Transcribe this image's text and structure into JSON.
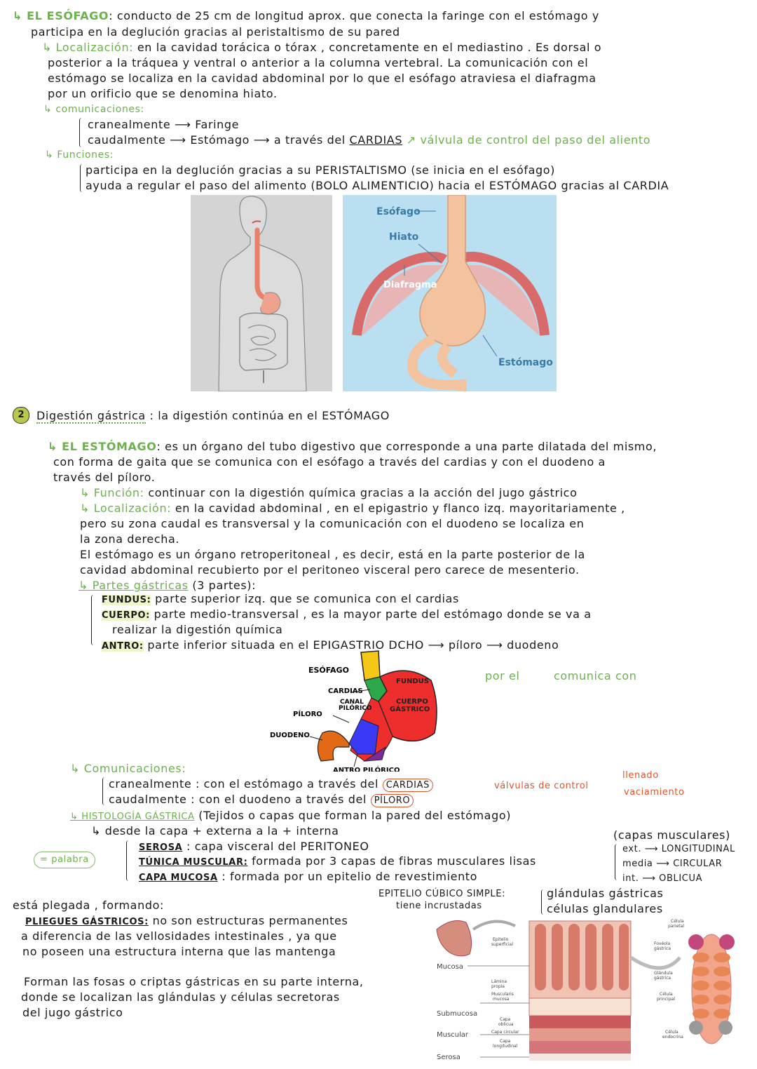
{
  "esofago": {
    "l1_a": "↳ EL ESÓFAGO",
    "l1_b": ": conducto de 25 cm de longitud aprox. que conecta la faringe con el estómago y",
    "l2": "participa en la deglución gracias al peristaltismo de su pared",
    "loc_label": "↳ Localización:",
    "loc_l1": "en la cavidad torácica o tórax , concretamente en el mediastino . Es dorsal o",
    "loc_l2": "posterior a la tráquea y ventral o anterior a la columna vertebral. La comunicación con el",
    "loc_l3": "estómago se localiza en la cavidad abdominal por lo que el esófago atraviesa el diafragma",
    "loc_l4": "por un orificio que se denomina hiato.",
    "com_label": "↳ comunicaciones:",
    "com_l1": "cranealmente ⟶ Faringe",
    "com_l2": "caudalmente ⟶ Estómago ⟶ a través del",
    "cardias": "CARDIAS",
    "valvula": "↗ válvula de control del paso del aliento",
    "fun_label": "↳ Funciones:",
    "fun_l1": "participa en la deglución gracias a su PERISTALTISMO (se inicia en el esófago)",
    "fun_l2": "ayuda a regular el paso del alimento (BOLO ALIMENTICIO) hacia el ESTÓMAGO gracias al CARDIA",
    "fig_labels": {
      "esofago": "Esófago",
      "hiato": "Hiato",
      "diafragma": "Diafragma",
      "estomago": "Estómago"
    }
  },
  "digestion": {
    "num": "2",
    "title": "Digestión gástrica",
    "title_rest": ": la digestión continúa en el ESTÓMAGO",
    "est_a": "↳ EL ESTÓMAGO",
    "est_b": ": es un órgano del tubo digestivo que corresponde a una parte dilatada del mismo,",
    "est_l2": "con forma de gaita que se comunica con el esófago a través del cardias y con el duodeno a",
    "est_l3": "través del píloro.",
    "funcion_label": "↳ Función:",
    "funcion": "continuar con la digestión química gracias a la acción del jugo gástrico",
    "loc_label": "↳ Localización:",
    "loc_l1": "en la cavidad abdominal , en el epigastrio y flanco izq. mayoritariamente ,",
    "loc_l2": "pero su zona caudal es transversal y la comunicación con el duodeno se localiza en",
    "loc_l3": "la zona derecha.",
    "loc_l4": "El estómago es un órgano retroperitoneal , es decir, está en la parte posterior de la",
    "loc_l5": "cavidad abdominal recubierto por el peritoneo visceral pero carece de mesenterio.",
    "partes_label": "↳ Partes gástricas",
    "partes_rest": "(3 partes):",
    "fundus_k": "FUNDUS:",
    "fundus_v": "parte superior izq. que se comunica con el cardias",
    "cuerpo_k": "CUERPO:",
    "cuerpo_v": "parte medio-transversal , es la mayor parte del estómago donde se va a",
    "cuerpo_v2": "realizar la digestión química",
    "antro_k": "ANTRO:",
    "antro_v": "parte inferior situada en el EPIGASTRIO DCHO ⟶ píloro ⟶ duodeno",
    "por_el": "por el",
    "comunica_con": "comunica con",
    "stomach_labels": {
      "esofago": "ESÓFAGO",
      "cardias": "CARDIAS",
      "canal": "CANAL",
      "pilorico": "PILÓRICO",
      "fundus": "FUNDUS",
      "cuerpo": "CUERPO",
      "gastrico": "GÁSTRICO",
      "piloro": "PÍLORO",
      "duodeno": "DUODENO",
      "antro": "ANTRO PILÓRICO"
    },
    "com_label": "↳ Comunicaciones:",
    "com_l1": "cranealmente : con el estómago a través del",
    "com_l1_c": "CARDIAS",
    "com_l2": "caudalmente : con el duodeno a través del",
    "com_l2_c": "PÍLORO",
    "valvulas": "válvulas de control",
    "llenado": "llenado",
    "vaciamiento": "vaciamiento",
    "hist_label": "↳ HISTOLOGÍA GÁSTRICA",
    "hist_rest": "(Tejidos o capas que forman la pared del estómago)",
    "hist_l2": "↳ desde la capa + externa a la + interna",
    "capas_title": "(capas musculares)",
    "capa_ext": "ext. ⟶ LONGITUDINAL",
    "capa_med": "media ⟶ CIRCULAR",
    "capa_int": "int. ⟶ OBLICUA",
    "palabra": "= palabra",
    "serosa_k": "SEROSA",
    "serosa_v": ": capa visceral del PERITONEO",
    "tunica_k": "TÚNICA MUSCULAR:",
    "tunica_v": "formada por 3 capas de fibras musculares lisas",
    "mucosa_k": "CAPA MUCOSA",
    "mucosa_v": ": formada por un epitelio de revestimiento",
    "epitelio": "EPITELIO CÚBICO SIMPLE:",
    "tiene": "tiene incrustadas",
    "glandulas": "glándulas gástricas",
    "celulas": "células glandulares",
    "plegada": "está plegada , formando:",
    "pliegues_k": "PLIEGUES GÁSTRICOS:",
    "pliegues_v": "no son estructuras permanentes",
    "pliegues_l2": "a diferencia de las vellosidades intestinales , ya que",
    "pliegues_l3": "no poseen una estructura interna que las mantenga",
    "fosas_l1": "Forman las fosas o criptas gástricas en su parte interna,",
    "fosas_l2": "donde se localizan las glándulas y células secretoras",
    "fosas_l3": "del jugo gástrico",
    "histo_fig": {
      "mucosa": "Mucosa",
      "submucosa": "Submucosa",
      "muscular": "Muscular",
      "serosa": "Serosa",
      "epitelio": "Epitelio",
      "superficial": "superficial",
      "lamina": "Lámina",
      "propia": "propia",
      "muscularis": "Muscularis",
      "mucosa2": "mucosa",
      "capa_obl": "Capa",
      "oblicua": "oblicua",
      "capa_circ": "Capa circular",
      "capa_long": "Capa",
      "longitudinal": "longitudinal",
      "celula_par": "Célula",
      "parietal": "parietal",
      "foveola": "Fovéola",
      "gastrica": "gástrica",
      "glandula": "Glándula",
      "gastrica2": "gástrica",
      "celula_pri": "Célula",
      "principal": "principal",
      "celula_end": "Célula",
      "endocrina": "endocrina"
    }
  }
}
